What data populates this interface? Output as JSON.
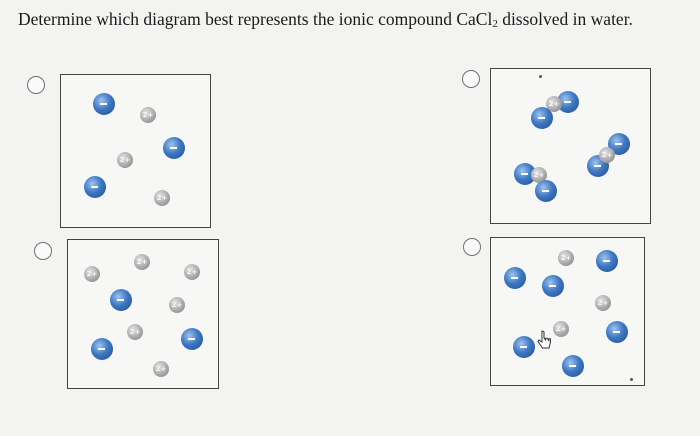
{
  "question": {
    "text_before": "Determine which diagram best represents the ionic compound CaCl",
    "subscript": "2",
    "text_after": " dissolved in water."
  },
  "ion_labels": {
    "calcium": "2+"
  }
}
